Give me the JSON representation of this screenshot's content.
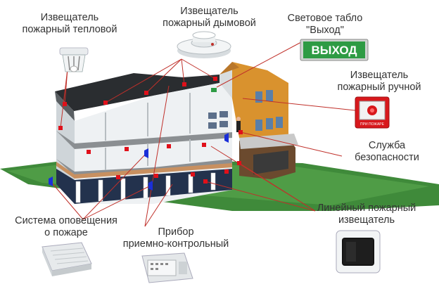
{
  "labels": {
    "heat_detector": [
      "Извещатель",
      "пожарный тепловой"
    ],
    "smoke_detector": [
      "Извещатель",
      "пожарный дымовой"
    ],
    "exit_sign": [
      "Световое табло",
      "\"Выход\""
    ],
    "manual_call_point": [
      "Извещатель",
      "пожарный ручной"
    ],
    "security_service": [
      "Служба",
      "безопасности"
    ],
    "linear_detector": [
      "Линейный пожарный",
      "извещатель"
    ],
    "control_panel": [
      "Прибор",
      "приемно-контрольный"
    ],
    "alarm_system": [
      "Система оповещения",
      "о пожаре"
    ]
  },
  "exit_sign_text": "ВЫХОД",
  "manual_call_point_text": "ПРИ ПОЖАРЕ",
  "colors": {
    "leader_line": "#c0302a",
    "detector_marker": "#e0101a",
    "speaker_marker": "#1a2fd8",
    "ground": "#3f8a3a",
    "wall_light": "#e8ecee",
    "roof_dark": "#2a2d30",
    "facade_orange": "#d9922e",
    "exit_sign_green": "#2e9b44"
  }
}
